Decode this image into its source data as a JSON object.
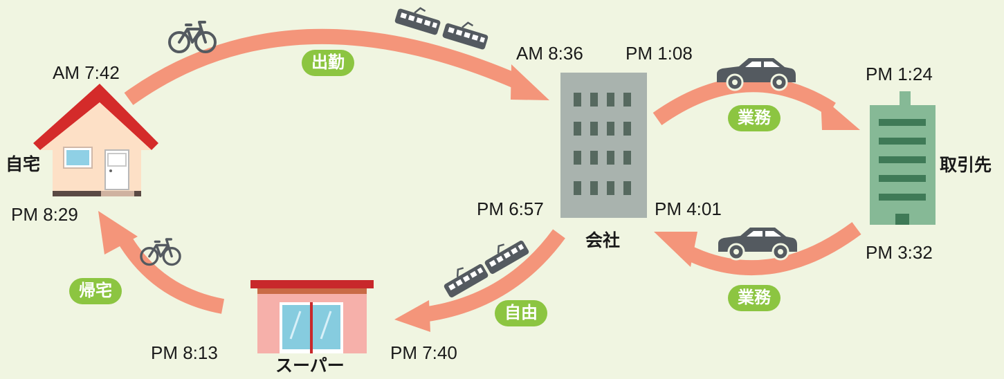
{
  "places": {
    "home": "自宅",
    "office": "会社",
    "client": "取引先",
    "supermarket": "スーパー"
  },
  "times": {
    "home_depart": "AM 7:42",
    "office_arrive": "AM 8:36",
    "office_depart_to_client": "PM 1:08",
    "client_arrive": "PM 1:24",
    "client_depart": "PM 3:32",
    "office_return": "PM 4:01",
    "office_depart_evening": "PM 6:57",
    "supermarket_arrive": "PM 7:40",
    "supermarket_depart": "PM 8:13",
    "home_arrive": "PM 8:29"
  },
  "legs": {
    "commute": "出勤",
    "work_out": "業務",
    "work_back": "業務",
    "free": "自由",
    "return_home": "帰宅"
  },
  "colors": {
    "background": "#f0f5e1",
    "arrow": "#f4957a",
    "pill": "#8cc541",
    "roof": "#d42b2a",
    "house_wall": "#fde0c6",
    "office_building": "#a9b3ae",
    "office_windows": "#56695f",
    "client_building": "#86b996",
    "client_stripes": "#3f7a57",
    "vehicle": "#545a60"
  },
  "icons": {
    "home": "house-icon",
    "office": "office-building-icon",
    "client": "client-building-icon",
    "supermarket": "supermarket-icon",
    "bicycle": "bicycle-icon",
    "train": "train-icon",
    "car": "car-icon"
  }
}
